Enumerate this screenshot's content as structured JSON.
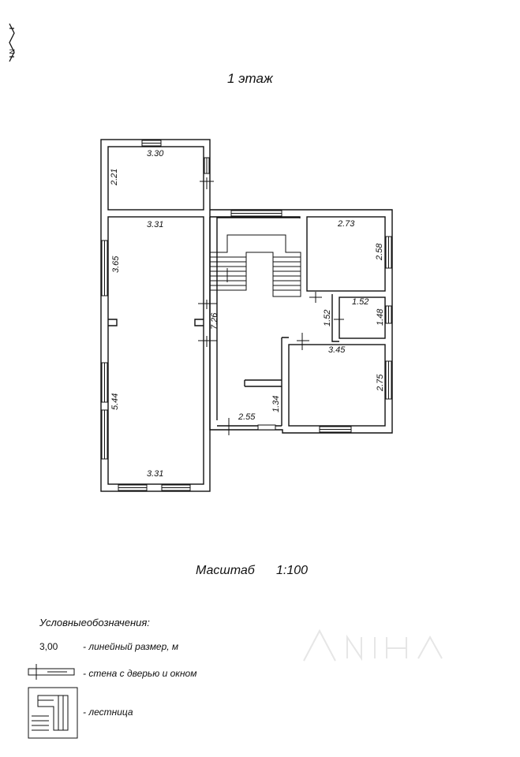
{
  "compass": {
    "icon": "north-arrow-icon",
    "letter": "N"
  },
  "title": "1 этаж",
  "scale": {
    "label": "Масштаб",
    "value": "1:100"
  },
  "legend": {
    "heading": "Условныеобозначения:",
    "items": [
      {
        "key": "dimension",
        "symbol": "3,00",
        "text": "- линейный размер, м"
      },
      {
        "key": "wall",
        "symbol_icon": "wall-door-window-icon",
        "text": "- стена с дверью и окном"
      },
      {
        "key": "stairs",
        "symbol_icon": "stairs-icon",
        "text": "- лестница"
      }
    ]
  },
  "rooms": [
    {
      "id": "top-left-room",
      "width_label": "3.30",
      "depth_label": "2.21"
    },
    {
      "id": "large-left-room",
      "width_label": "3.31",
      "depth_label_upper": "3.65",
      "depth_label_lower": "5.44",
      "bottom_width_label": "3.31"
    },
    {
      "id": "hall",
      "depth_label": "7.26",
      "width_label": "2.55",
      "depth_label_small": "1.34"
    },
    {
      "id": "top-right-room",
      "width_label": "2.73",
      "depth_label": "2.58"
    },
    {
      "id": "small-room",
      "width_label": "1.52",
      "depth_label": "1.48",
      "side_label": "1.52"
    },
    {
      "id": "bottom-right-room",
      "width_label": "3.45",
      "depth_label": "2.75"
    }
  ],
  "colors": {
    "wall": "#111111",
    "background": "#ffffff",
    "watermark": "#e6e6e6"
  }
}
